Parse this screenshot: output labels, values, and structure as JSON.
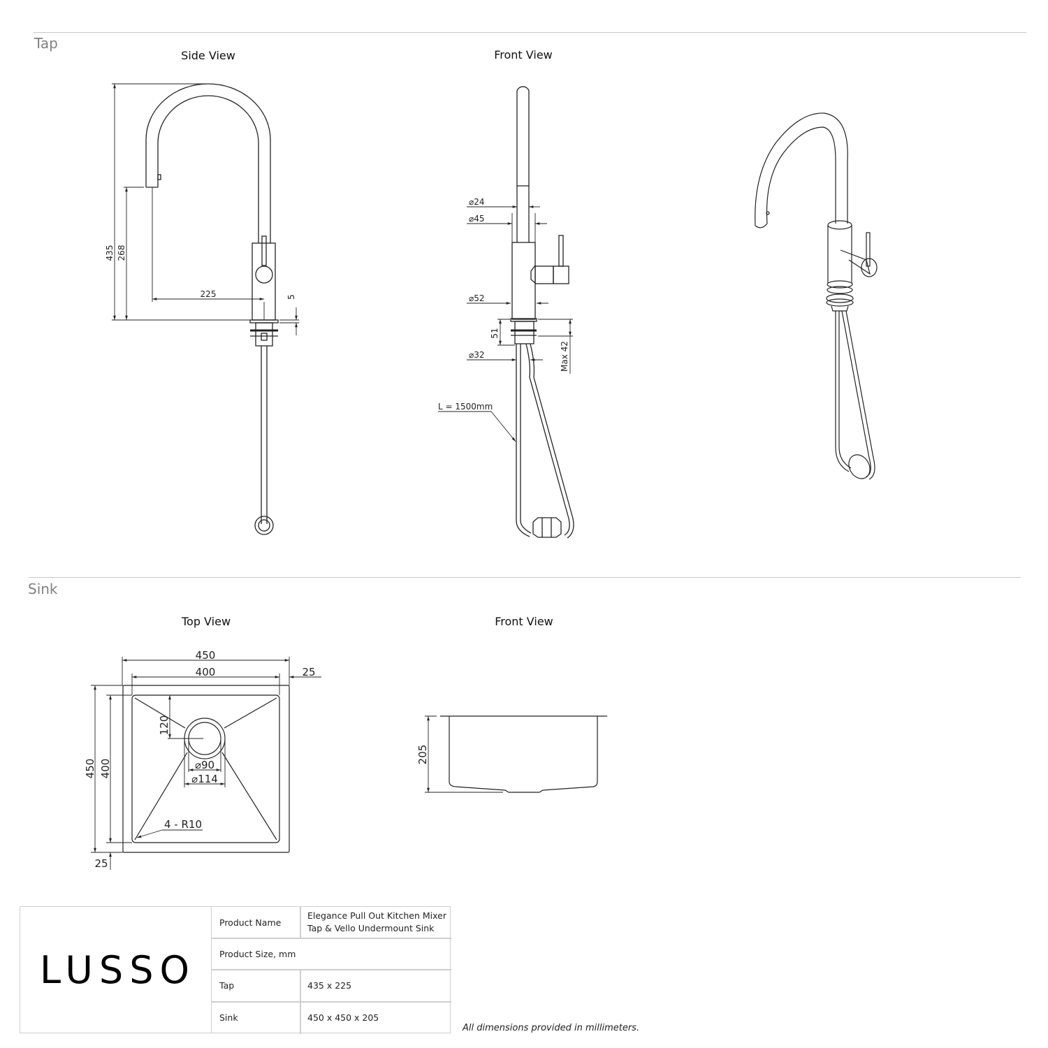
{
  "sections": {
    "tap": {
      "label": "Tap",
      "views": {
        "side": {
          "title": "Side View",
          "dimensions": {
            "overall_height": "435",
            "spout_height": "268",
            "reach": "225",
            "base_thickness": "5"
          }
        },
        "front": {
          "title": "Front View",
          "dimensions": {
            "spout_diameter": "24",
            "upper_body_diameter": "45",
            "base_diameter": "52",
            "shank_height": "51",
            "max_bench_thickness": "Max 42",
            "hose_diameter": "32",
            "hose_length": "L = 1500mm"
          },
          "diameter_symbol": "⌀"
        },
        "iso": {
          "title": ""
        }
      }
    },
    "sink": {
      "label": "Sink",
      "views": {
        "top": {
          "title": "Top View",
          "dimensions": {
            "outer_width": "450",
            "inner_width": "400",
            "flange": "25",
            "outer_depth": "450",
            "inner_depth": "400",
            "flange_bottom": "25",
            "waste_offset": "120",
            "waste_inner_diameter": "⌀90",
            "waste_outer_diameter": "⌀114",
            "corner_radius": "4 - R10"
          }
        },
        "front": {
          "title": "Front View",
          "dimensions": {
            "bowl_depth": "205"
          }
        }
      }
    }
  },
  "info_table": {
    "brand": "LUSSO",
    "rows": [
      {
        "label": "Product Name",
        "value_line1": "Elegance Pull Out Kitchen Mixer",
        "value_line2": "Tap & Vello Undermount Sink"
      },
      {
        "label": "Product Size, mm",
        "value": ""
      },
      {
        "label": "Tap",
        "value": "435 x 225"
      },
      {
        "label": "Sink",
        "value": "450 x 450 x 205"
      }
    ]
  },
  "footnote": "All dimensions provided in millimeters.",
  "colors": {
    "line": "#222222",
    "rule": "#c8c8c8",
    "section_label": "#808080",
    "table_border": "#cfcfcf"
  }
}
